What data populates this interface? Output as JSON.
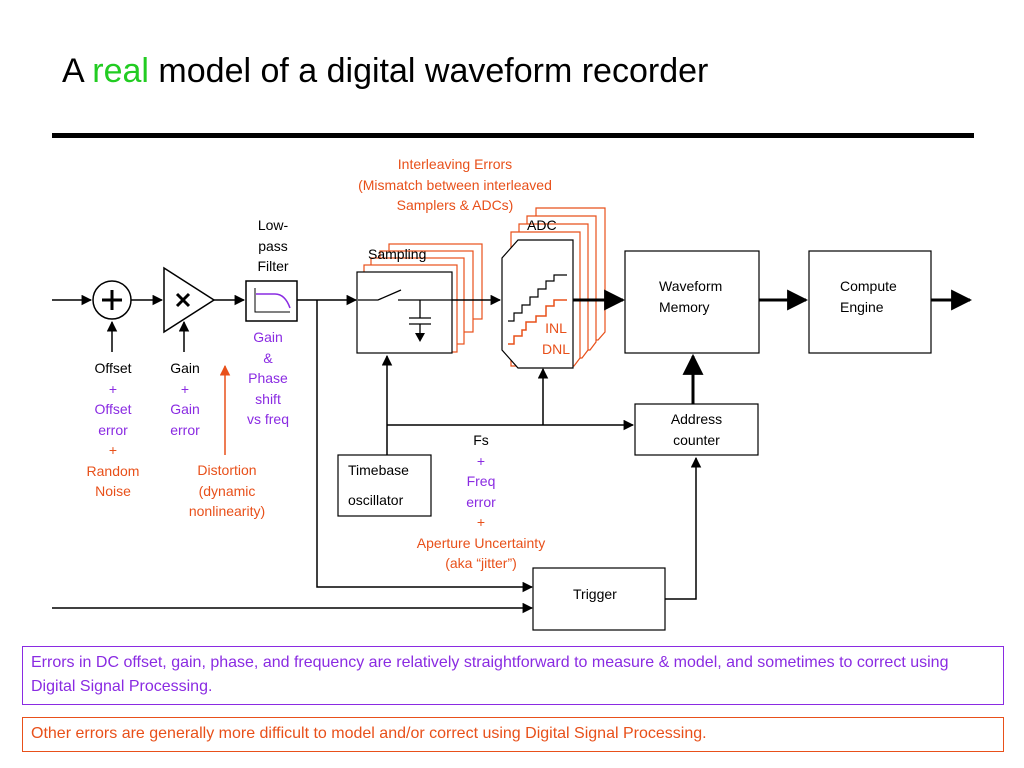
{
  "title": {
    "prefix": "A",
    "highlight": "real",
    "suffix": "model of a digital waveform recorder",
    "highlight_color": "#22cc22"
  },
  "colors": {
    "red": "#e8501a",
    "purple": "#8a2be2"
  },
  "labels": {
    "interleaving": [
      "Interleaving Errors",
      "(Mismatch between interleaved",
      "Samplers & ADCs)"
    ],
    "lowpass": [
      "Low-",
      "pass",
      "Filter"
    ],
    "sampling": "Sampling",
    "adc": "ADC",
    "inl": "INL",
    "dnl": "DNL",
    "waveform_memory": [
      "Waveform",
      "Memory"
    ],
    "compute_engine": [
      "Compute",
      "Engine"
    ],
    "address_counter": [
      "Address",
      "counter"
    ],
    "timebase": "Timebase",
    "oscillator": "oscillator",
    "trigger": "Trigger",
    "offset": {
      "black": "Offset",
      "purple": [
        "+",
        "Offset",
        "error"
      ],
      "red": [
        "+",
        "Random",
        "Noise"
      ]
    },
    "gain": {
      "black": "Gain",
      "purple": [
        "+",
        "Gain",
        "error"
      ]
    },
    "filter_errors": [
      "Gain",
      "&",
      "Phase",
      "shift",
      "vs freq"
    ],
    "distortion": [
      "Distortion",
      "(dynamic",
      "nonlinearity)"
    ],
    "fs": {
      "black": "Fs",
      "purple": [
        "+",
        "Freq",
        "error"
      ],
      "red": [
        "+",
        "Aperture Uncertainty",
        "(aka “jitter”)"
      ]
    }
  },
  "notes": {
    "purple": "Errors in DC offset, gain, phase, and frequency are relatively straightforward to measure & model, and sometimes to correct using Digital Signal Processing.",
    "red": "Other errors are generally more difficult to model and/or correct using Digital Signal Processing."
  }
}
